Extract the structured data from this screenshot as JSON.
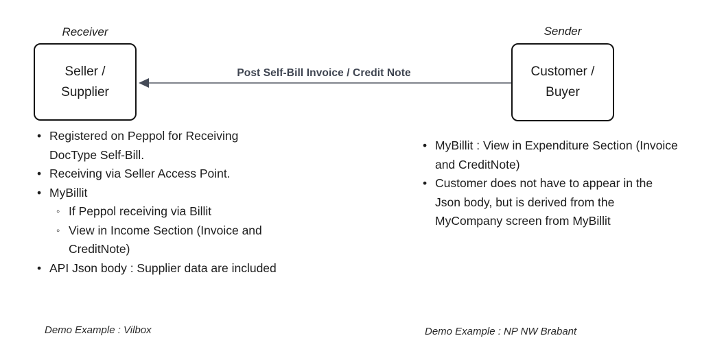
{
  "diagram": {
    "receiver": {
      "role_label": "Receiver",
      "box_line1": "Seller /",
      "box_line2": "Supplier"
    },
    "sender": {
      "role_label": "Sender",
      "box_line1": "Customer /",
      "box_line2": "Buyer"
    },
    "arrow": {
      "label": "Post Self-Bill Invoice / Credit Note",
      "direction": "right-to-left",
      "line_color": "#565b66",
      "head_color": "#454b57",
      "label_color": "#3e4450"
    }
  },
  "receiver_notes": {
    "bullets": [
      {
        "level": 1,
        "text": "Registered on Peppol for Receiving DocType Self-Bill."
      },
      {
        "level": 1,
        "text": "Receiving via Seller Access Point."
      },
      {
        "level": 1,
        "text": "MyBillit"
      },
      {
        "level": 2,
        "text": "If Peppol receiving via Billit"
      },
      {
        "level": 2,
        "text": "View in Income Section (Invoice and CreditNote)"
      },
      {
        "level": 1,
        "text": "API Json body : Supplier data are included"
      }
    ],
    "demo_example": "Demo Example : Vilbox"
  },
  "sender_notes": {
    "bullets": [
      {
        "level": 1,
        "text": "MyBillit : View in Expenditure Section (Invoice and CreditNote)"
      },
      {
        "level": 1,
        "text": "Customer does not have to appear in the Json body, but is derived from the MyCompany screen from MyBillit"
      }
    ],
    "demo_example": "Demo Example : NP NW Brabant"
  }
}
